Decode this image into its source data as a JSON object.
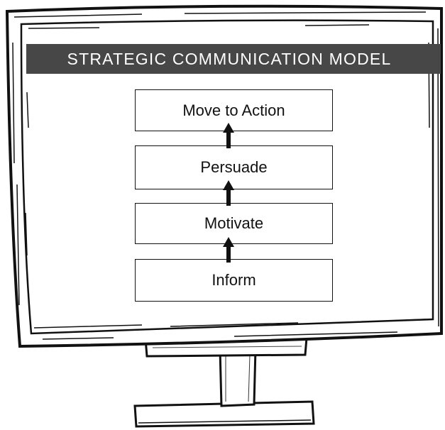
{
  "header": {
    "title": "STRATEGIC COMMUNICATION MODEL"
  },
  "steps": [
    {
      "label": "Move to Action"
    },
    {
      "label": "Persuade"
    },
    {
      "label": "Motivate"
    },
    {
      "label": "Inform"
    }
  ],
  "colors": {
    "banner": "#474747",
    "banner_text": "#ffffff",
    "ink": "#111111",
    "screen": "#ffffff"
  }
}
